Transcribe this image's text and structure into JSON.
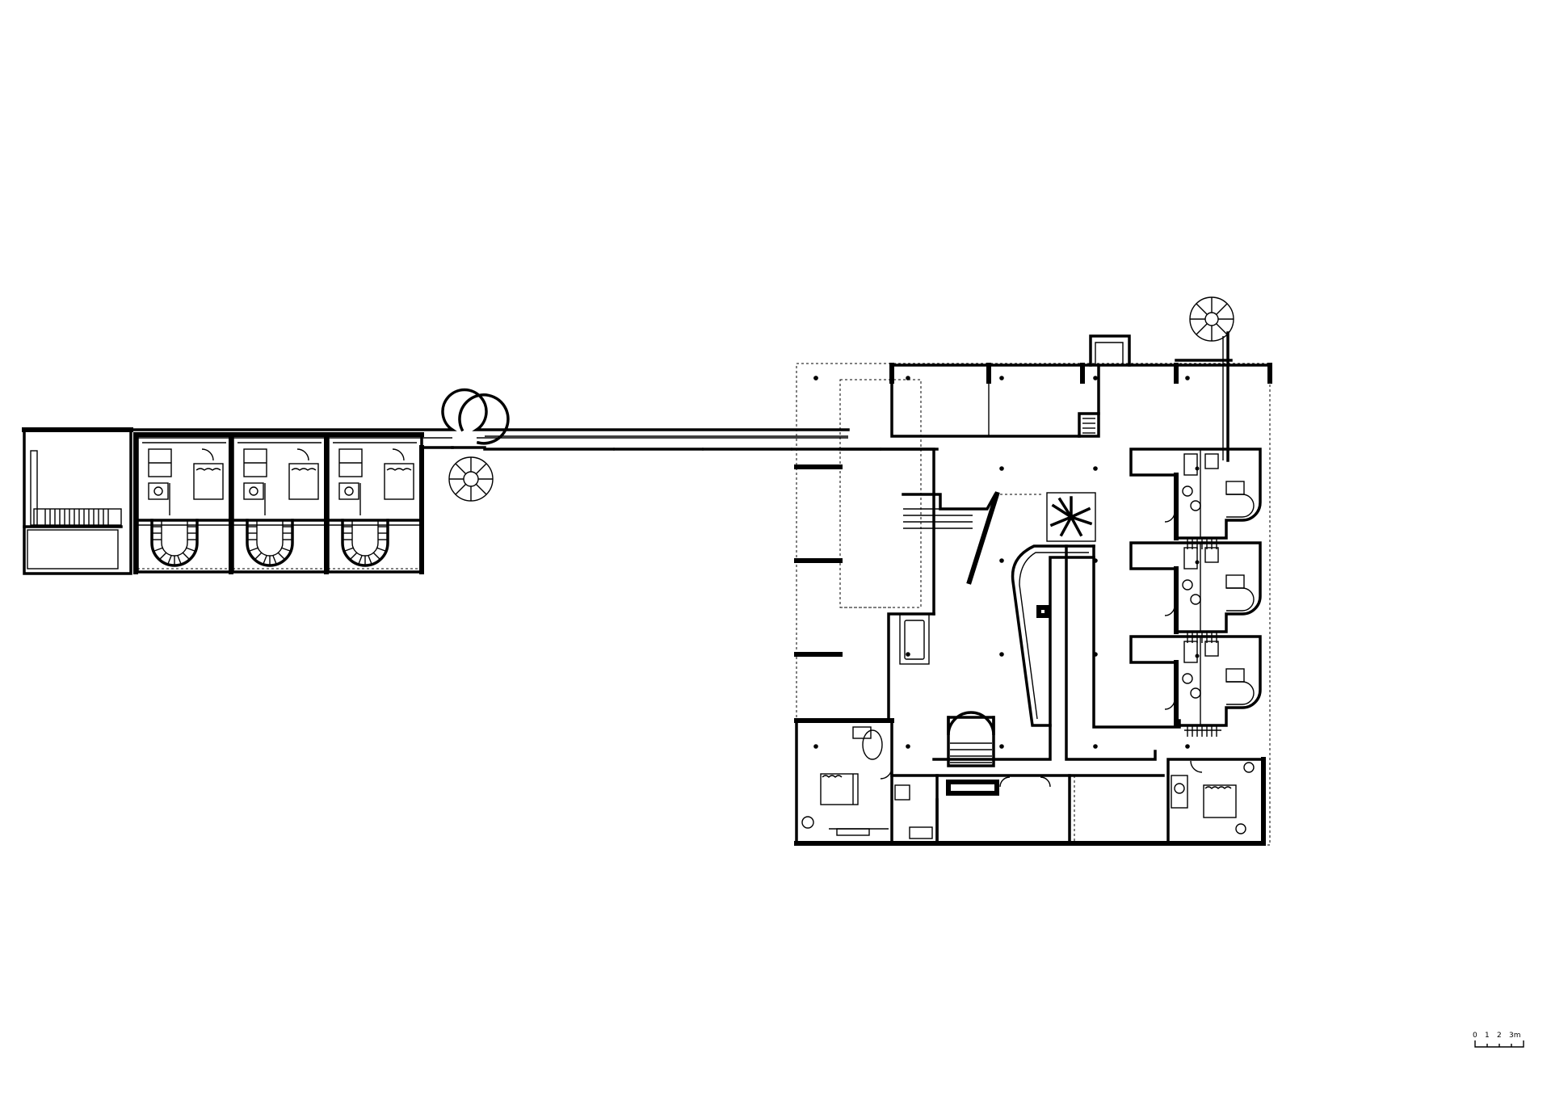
{
  "scale_bar": {
    "ticks": [
      "0",
      "1",
      "2",
      "3m"
    ]
  }
}
